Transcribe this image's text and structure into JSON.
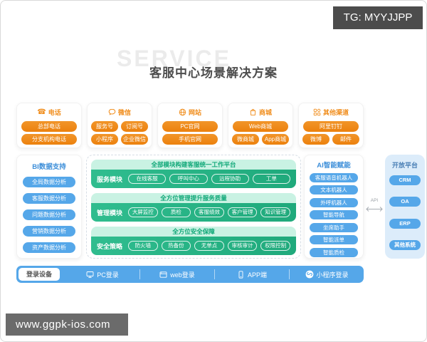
{
  "badges": {
    "tg": "TG: MYYJJPP",
    "site": "www.ggpk-ios.com"
  },
  "header": {
    "watermark": "SERVICE",
    "title": "客服中心场景解决方案"
  },
  "channels": [
    {
      "name": "电话",
      "icon": "phone-icon",
      "rows": [
        [
          "总部电话"
        ],
        [
          "分支机构电话"
        ]
      ]
    },
    {
      "name": "微信",
      "icon": "wechat-icon",
      "rows": [
        [
          "服务号",
          "订阅号"
        ],
        [
          "小程序",
          "企业微信"
        ]
      ]
    },
    {
      "name": "网站",
      "icon": "website-icon",
      "rows": [
        [
          "PC官网"
        ],
        [
          "手机官网"
        ]
      ]
    },
    {
      "name": "商城",
      "icon": "mall-icon",
      "rows": [
        [
          "Web商城"
        ],
        [
          "微商城",
          "App商城"
        ]
      ]
    },
    {
      "name": "其他渠道",
      "icon": "channels-icon",
      "rows": [
        [
          "阿里钉钉"
        ],
        [
          "微博",
          "邮件"
        ]
      ]
    }
  ],
  "bi": {
    "title": "BI数据支持",
    "items": [
      "全局数据分析",
      "客服数据分析",
      "问题数据分析",
      "营销数据分析",
      "资产数据分析"
    ]
  },
  "platform_sections": [
    {
      "header": "全部模块构建客服统一工作平台",
      "label": "服务模块",
      "pills": [
        "在线客服",
        "呼叫中心",
        "远程协助",
        "工单"
      ]
    },
    {
      "header": "全方位管理提升服务质量",
      "label": "管理模块",
      "pills": [
        "大屏监控",
        "质检",
        "客服绩效",
        "客户管理",
        "知识管理"
      ]
    },
    {
      "header": "全方位安全保障",
      "label": "安全策略",
      "pills": [
        "防火墙",
        "热备份",
        "无单点",
        "审核审计",
        "权限控制"
      ]
    }
  ],
  "ai": {
    "title": "AI智能赋能",
    "items": [
      "客服语音机器人",
      "文本机器人",
      "外呼机器人",
      "智能导航",
      "坐席助手",
      "智能派单",
      "智能质检"
    ]
  },
  "api_label": "API",
  "open_platform": {
    "title": "开放平台",
    "items": [
      "CRM",
      "OA",
      "ERP",
      "其他系统"
    ]
  },
  "login": {
    "label": "登录设备",
    "items": [
      {
        "label": "PC登录",
        "icon": "monitor-icon"
      },
      {
        "label": "web登录",
        "icon": "browser-icon"
      },
      {
        "label": "APP端",
        "icon": "smartphone-icon"
      },
      {
        "label": "小程序登录",
        "icon": "miniprogram-icon"
      }
    ]
  },
  "colors": {
    "orange": "#ef8b12",
    "blue": "#55a7e9",
    "green": "#2ab184",
    "green_light": "#c9f2e3",
    "open_bg": "#dcecfa",
    "badge_gray": "#4c4c4c"
  }
}
